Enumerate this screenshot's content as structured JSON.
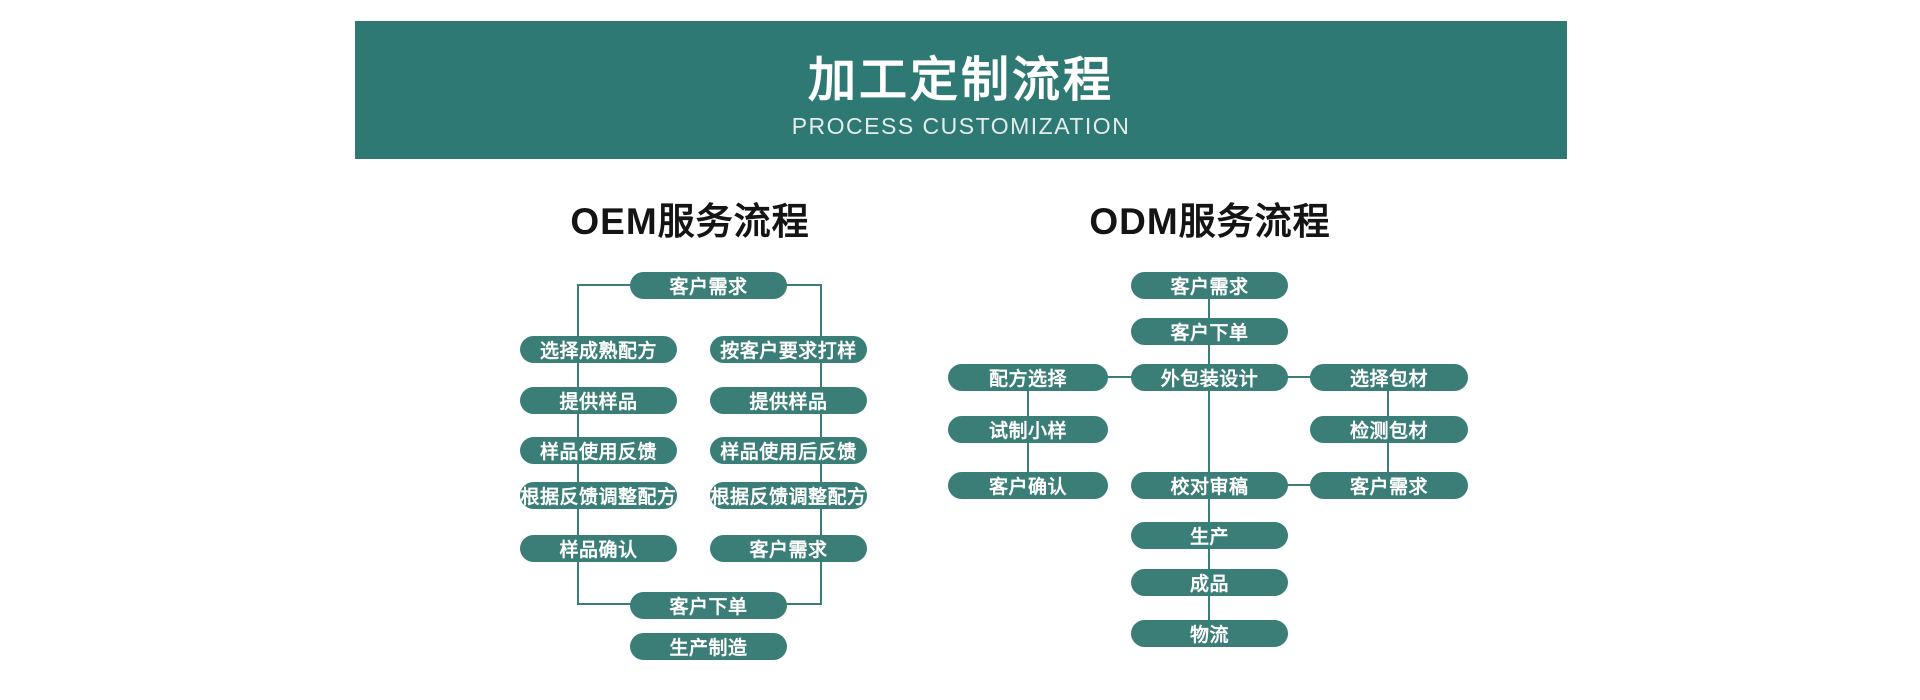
{
  "banner": {
    "title": "加工定制流程",
    "subtitle": "PROCESS CUSTOMIZATION",
    "background": "#2e7973",
    "text_color": "#ffffff"
  },
  "oem": {
    "heading": "OEM服务流程",
    "start": "客户需求",
    "left_steps": [
      "选择成熟配方",
      "提供样品",
      "样品使用反馈",
      "根据反馈调整配方",
      "样品确认"
    ],
    "right_steps": [
      "按客户要求打样",
      "提供样品",
      "样品使用后反馈",
      "根据反馈调整配方",
      "客户需求"
    ],
    "end_steps": [
      "客户下单",
      "生产制造"
    ]
  },
  "odm": {
    "heading": "ODM服务流程",
    "center_steps": [
      "客户需求",
      "客户下单",
      "外包装设计",
      "校对审稿",
      "生产",
      "成品",
      "物流"
    ],
    "left_steps": [
      "配方选择",
      "试制小样",
      "客户确认"
    ],
    "right_steps": [
      "选择包材",
      "检测包材",
      "客户需求"
    ]
  },
  "colors": {
    "pill": "#3b7e77",
    "connector": "#3b7e77",
    "heading_text": "#141414"
  }
}
